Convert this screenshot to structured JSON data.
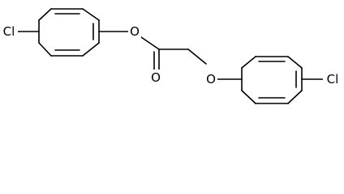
{
  "molecule": {
    "atoms": {
      "cl_left": "Cl",
      "o_ester": "O",
      "o_carbonyl": "O",
      "o_ether": "O",
      "cl_right": "Cl"
    }
  },
  "colors": {
    "bond": "#000000",
    "label": "#000000",
    "background": "#ffffff"
  }
}
